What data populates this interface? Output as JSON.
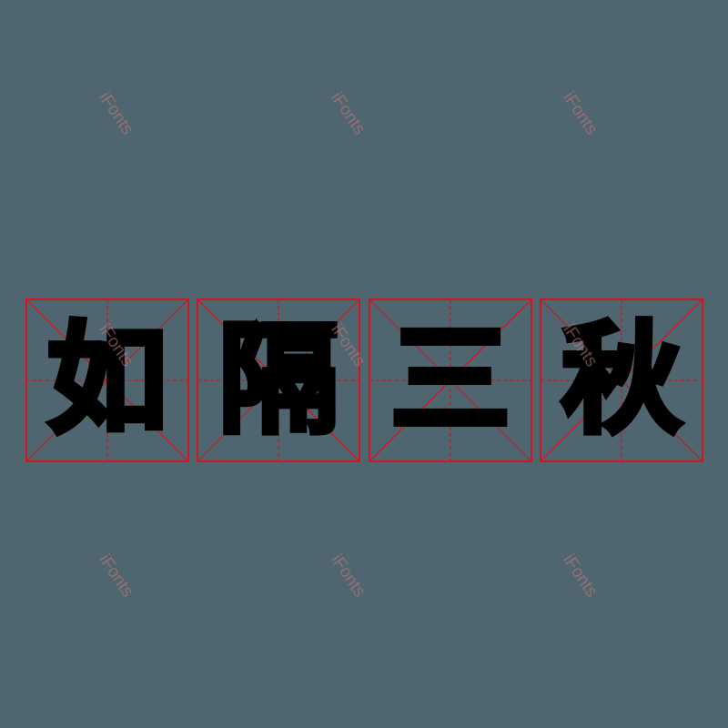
{
  "colors": {
    "background": "#4f6670",
    "grid_line": "#d0161e",
    "glyph": "#000000",
    "watermark": "#c87878"
  },
  "phrase": {
    "text": "如隔三秋",
    "characters": [
      {
        "char": "如"
      },
      {
        "char": "隔"
      },
      {
        "char": "三"
      },
      {
        "char": "秋"
      }
    ]
  },
  "watermarks": [
    {
      "text": "iFonts"
    },
    {
      "text": "iFonts"
    },
    {
      "text": "iFonts"
    },
    {
      "text": "iFonts"
    },
    {
      "text": "iFonts"
    },
    {
      "text": "iFonts"
    },
    {
      "text": "iFonts"
    },
    {
      "text": "iFonts"
    },
    {
      "text": "iFonts"
    }
  ]
}
